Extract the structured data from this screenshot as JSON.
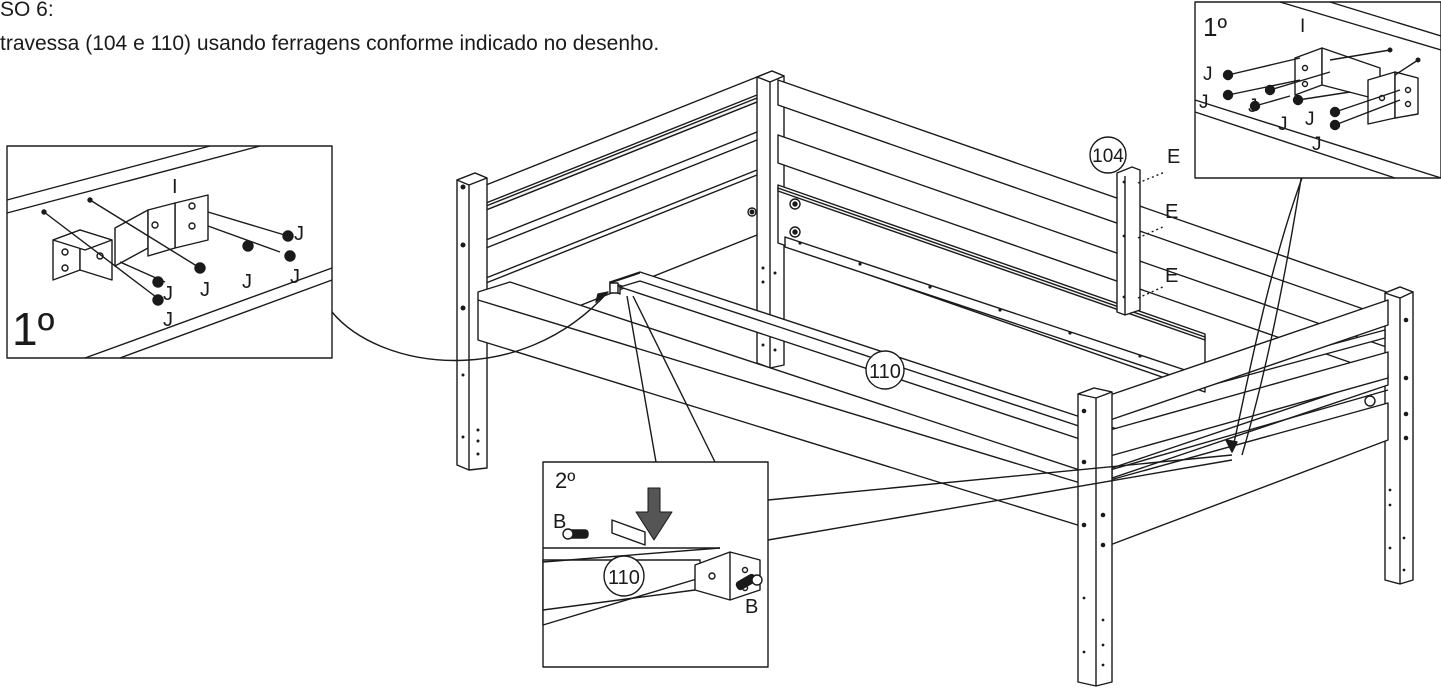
{
  "header": {
    "step_title": "SO 6:",
    "instruction": "travessa (104 e 110) usando ferragens conforme indicado no desenho."
  },
  "parts": {
    "part_104": "104",
    "part_110": "110",
    "hw_E": "E",
    "hw_I": "I",
    "hw_J": "J",
    "hw_B": "B"
  },
  "details": {
    "left_step": "1º",
    "top_right_step": "1º",
    "bottom_step": "2º"
  },
  "colors": {
    "line": "#1a1a1a",
    "wood_fill": "#ffffff",
    "arrow_fill": "#555555"
  },
  "icons": [
    "screw-icon",
    "bracket-icon",
    "down-arrow-icon",
    "bed-frame-drawing"
  ]
}
